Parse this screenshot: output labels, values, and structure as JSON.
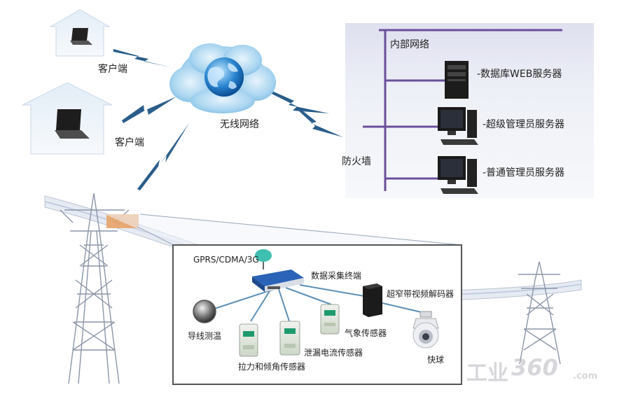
{
  "labels": {
    "client_top": "客户端",
    "client_bottom": "客户端",
    "wireless_network": "无线网络",
    "internal_network": "内部网络",
    "firewall": "防火墙",
    "db_web_server": "-数据库WEB服务器",
    "super_admin_server": "-超级管理员服务器",
    "normal_admin_server": "-普通管理员服务器",
    "gprs": "GPRS/CDMA/3G",
    "data_terminal": "数据采集终端",
    "video_decoder": "超窄带视频解码器",
    "wire_temp": "导线测温",
    "weather_sensor": "气象传感器",
    "leakage_sensor": "泄漏电流传感器",
    "tension_sensor": "拉力和倾角传感器",
    "dome_camera": "快球"
  },
  "watermark": {
    "brand": "工业",
    "number": "360",
    "suffix": ".com"
  },
  "colors": {
    "network_line": "#6a4f9a",
    "lightning": "#2a5d8a",
    "cloud": "#8fc6ea",
    "tower": "#8b96a8",
    "band": "#c4cde0",
    "sensor_link": "#5d8fb5",
    "highlight": "#e8a060"
  }
}
